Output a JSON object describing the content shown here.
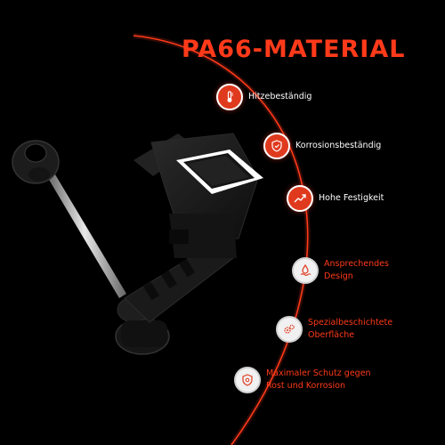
{
  "headline": "PA66-MATERIAL",
  "colors": {
    "accent": "#ff3a1a",
    "badge_fill": "#e03a1e",
    "background": "#000000"
  },
  "features": [
    {
      "label": "Hitzebeständig",
      "icon": "thermometer-icon",
      "style": "accent"
    },
    {
      "label": "Korrosionsbeständig",
      "icon": "shield-icon",
      "style": "accent"
    },
    {
      "label": "Hohe Festigkeit",
      "icon": "trend-arrow-icon",
      "style": "accent"
    },
    {
      "label_line1": "Ansprechendes",
      "label_line2": "Design",
      "icon": "droplet-wave-icon",
      "style": "light"
    },
    {
      "label_line1": "Spezialbeschichtete",
      "label_line2": "Oberfläche",
      "icon": "gears-icon",
      "style": "light"
    },
    {
      "label_line1": "Maximaler Schutz gegen",
      "label_line2": "Rost und Korrosion",
      "icon": "shield-icon",
      "style": "light"
    }
  ]
}
